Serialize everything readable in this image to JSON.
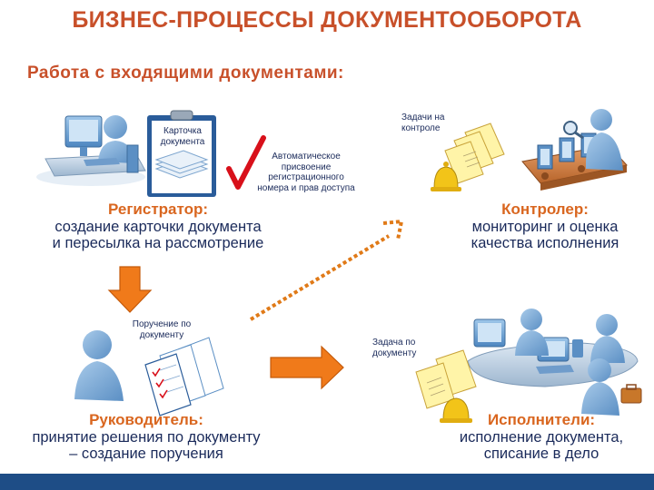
{
  "title": "БИЗНЕС-ПРОЦЕССЫ ДОКУМЕНТООБОРОТА",
  "subtitle": "Работа с входящими документами:",
  "registrar": {
    "role": "Регистратор:",
    "desc1": "создание карточки документа",
    "desc2": "и пересылка на рассмотрение",
    "card_line1": "Карточка",
    "card_line2": "документа",
    "auto_lines": [
      "Автоматическое",
      "присвоение",
      "регистрационного",
      "номера и прав доступа"
    ]
  },
  "controller": {
    "role": "Контролер:",
    "desc1": "мониторинг и оценка",
    "desc2": "качества исполнения",
    "tasks_line1": "Задачи на",
    "tasks_line2": "контроле"
  },
  "manager": {
    "role": "Руководитель:",
    "desc1": "принятие решения по документу",
    "desc2": "– создание поручения",
    "order_line1": "Поручение по",
    "order_line2": "документу"
  },
  "executors": {
    "role": "Исполнители:",
    "desc1": "исполнение документа,",
    "desc2": "списание в дело",
    "task_line1": "Задача по",
    "task_line2": "документу"
  },
  "colors": {
    "accent": "#d9661f",
    "title": "#c8502a",
    "text": "#1a2a5a",
    "person": "#7aaad6",
    "arrow_orange": "#f07a1a",
    "check": "#d8101a",
    "bar": "#1e4d86"
  }
}
